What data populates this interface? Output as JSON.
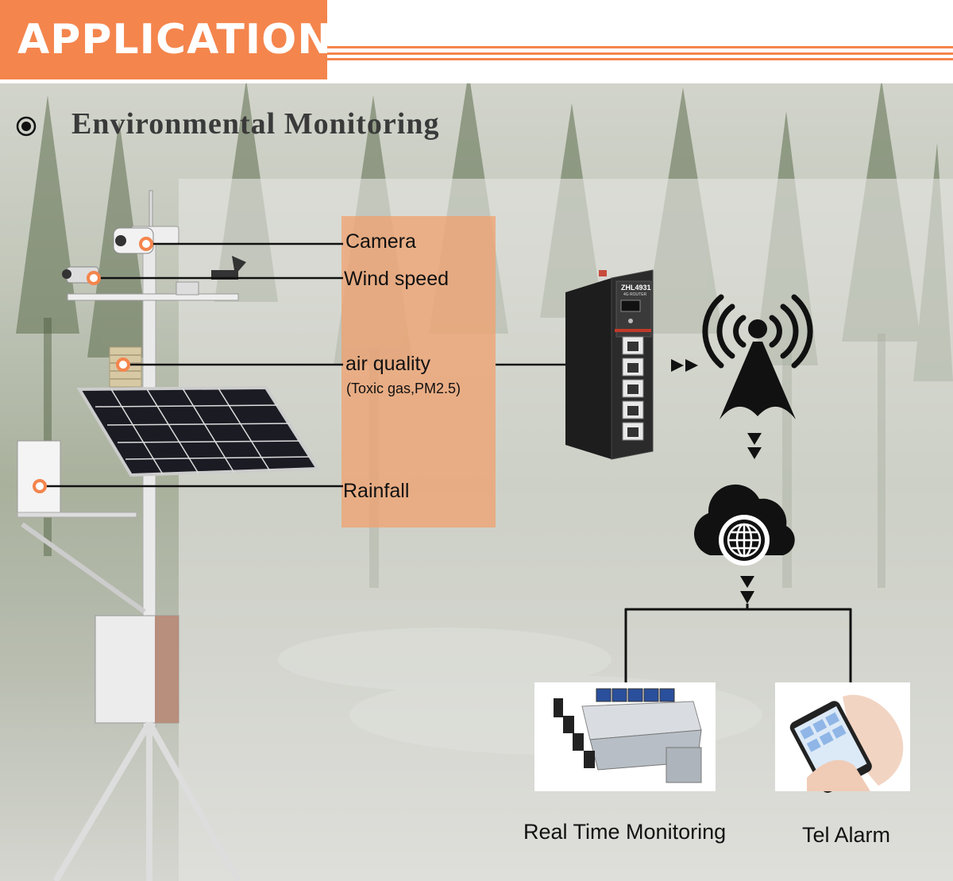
{
  "header": {
    "title": "APPLICATION"
  },
  "section": {
    "title": "Environmental Monitoring"
  },
  "sensors": [
    {
      "label": "Camera"
    },
    {
      "label": "Wind speed"
    },
    {
      "label": "air quality",
      "sublabel": "(Toxic gas,PM2.5)"
    },
    {
      "label": "Rainfall"
    }
  ],
  "router": {
    "model": "ZHL4931",
    "subtitle": "4G ROUTER"
  },
  "outputs": [
    {
      "label": "Real Time Monitoring"
    },
    {
      "label": "Tel Alarm"
    }
  ],
  "colors": {
    "accent": "#f4854d",
    "label_box": "#f0a06e",
    "line": "#111111"
  },
  "icons": [
    "radio-button-icon",
    "router-device",
    "signal-tower-icon",
    "cloud-globe-icon",
    "arrow-icon"
  ]
}
